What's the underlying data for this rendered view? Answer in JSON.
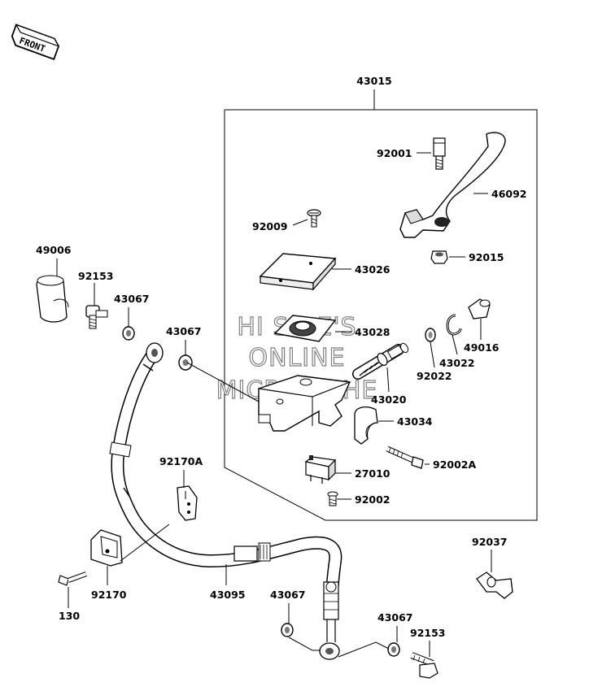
{
  "front_badge": {
    "text": "FRONT",
    "icon": "front-direction-arrow"
  },
  "watermark": {
    "lines": [
      "HI SIDE'S",
      "ONLINE",
      "MICROFICHE"
    ]
  },
  "parts": {
    "p43015": "43015",
    "p92001": "92001",
    "p46092": "46092",
    "p92009": "92009",
    "p92015": "92015",
    "p43026": "43026",
    "p43028": "43028",
    "p49016": "49016",
    "p43022": "43022",
    "p92022": "92022",
    "p43020": "43020",
    "p43034": "43034",
    "p92002A": "92002A",
    "p27010": "27010",
    "p92002": "92002",
    "p49006": "49006",
    "p92153a": "92153",
    "p43067a": "43067",
    "p43067b": "43067",
    "p92170A": "92170A",
    "p92170": "92170",
    "p130": "130",
    "p43095": "43095",
    "p43067c": "43067",
    "p43067d": "43067",
    "p92153b": "92153",
    "p92037": "92037"
  },
  "colors": {
    "line": "#000000",
    "fill": "#ffffff",
    "shade": "#d9d9d9",
    "dark": "#555555",
    "watermark_outline": "#808080"
  }
}
